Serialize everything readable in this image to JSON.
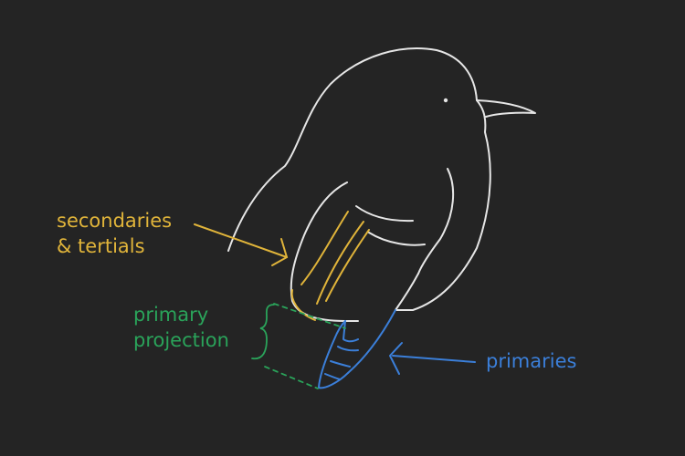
{
  "labels": {
    "secondaries": [
      "secondaries",
      "& tertials"
    ],
    "primary_projection": [
      "primary",
      "projection"
    ],
    "primaries": "primaries"
  },
  "colors": {
    "background": "#242424",
    "outline": "#e6e6e6",
    "secondaries": "#e0b43a",
    "projection": "#2aa35a",
    "primaries": "#3b7fd9"
  }
}
